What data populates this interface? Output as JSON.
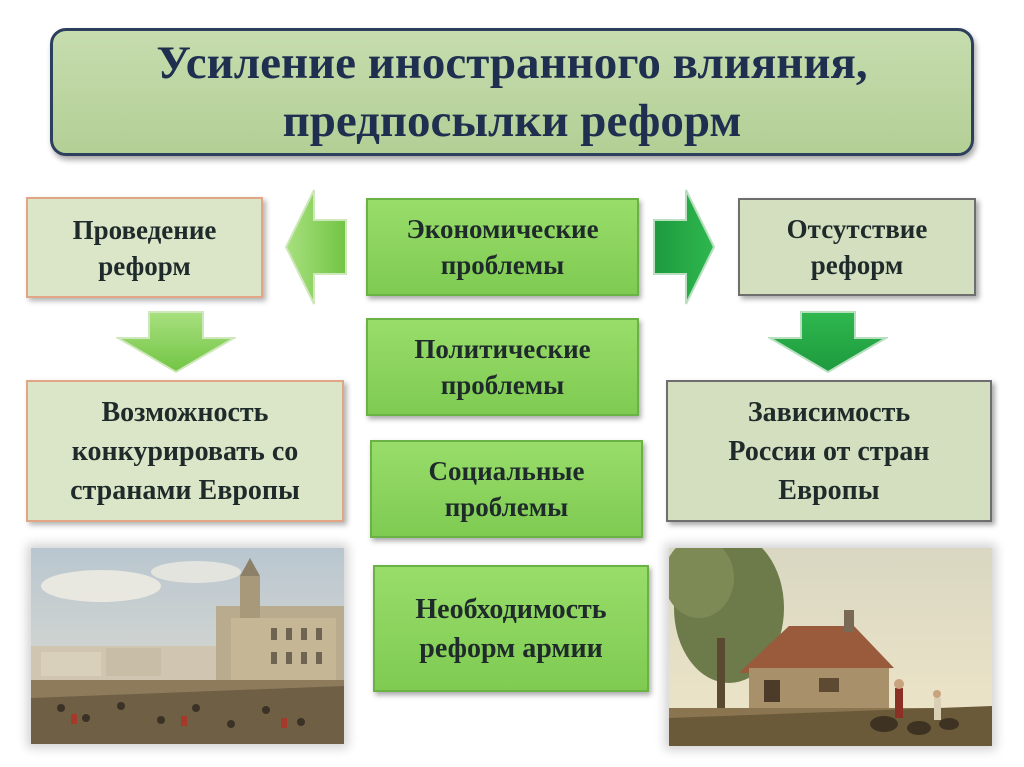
{
  "title": "Усиление иностранного влияния,\nпредпосылки реформ",
  "left": {
    "top_box": "Проведение\nреформ",
    "result_box": "Возможность\nконкурировать со\nстранами Европы"
  },
  "center": {
    "items": [
      "Экономические\nпроблемы",
      "Политические\nпроблемы",
      "Социальные\nпроблемы",
      "Необходимость\nреформ армии"
    ]
  },
  "right": {
    "top_box": "Отсутствие\nреформ",
    "result_box": "Зависимость\nРоссии от стран\nЕвропы"
  },
  "colors": {
    "title_bg": "#b9d39c",
    "title_text": "#1f2f4f",
    "green_box": "#8bd35e",
    "arrow_green": "#7ed04f",
    "pale_box": "#dbe6c8"
  }
}
